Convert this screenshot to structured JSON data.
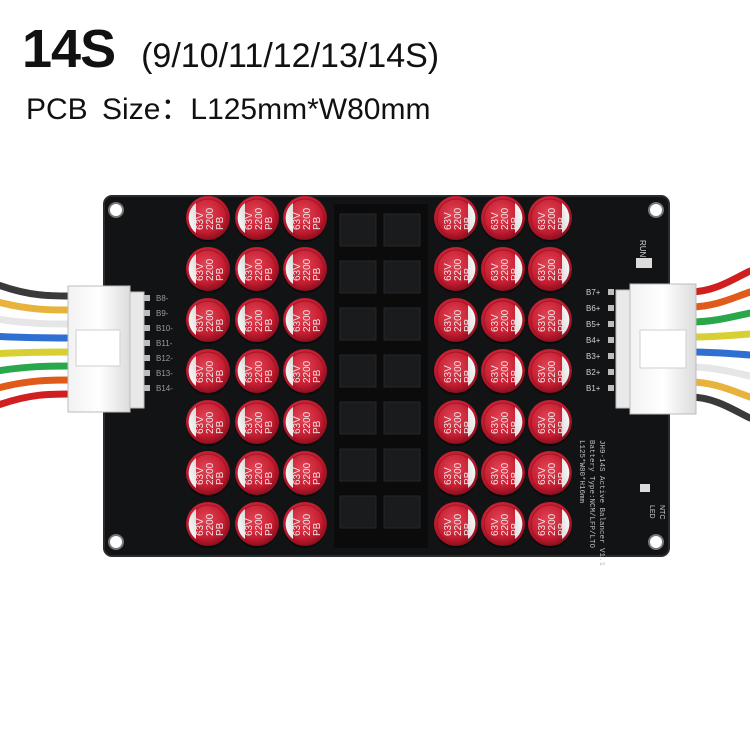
{
  "header": {
    "model": "14S",
    "variants": "(9/10/11/12/13/14S)",
    "pcb_size": "PCB  Size：L125mm*W80mm"
  },
  "board": {
    "capacitor": {
      "voltage": "63V",
      "capacitance": "2200",
      "marking": "PB",
      "color": "#c81e32"
    },
    "capacitor_grid": {
      "left_columns": 3,
      "right_columns": 3,
      "rows": 7
    },
    "left_connector_pins": [
      "B8-",
      "B9-",
      "B10-",
      "B11-",
      "B12-",
      "B13-",
      "B14-"
    ],
    "right_connector_pins": [
      "B7+",
      "B6+",
      "B5+",
      "B4+",
      "B3+",
      "B2+",
      "B1+"
    ],
    "run_label": "RUN",
    "led_labels": [
      "LED",
      "NTC"
    ],
    "silkscreen_lines": [
      "JH9-14S Active Balancer V1.1",
      "Battery Type:NCM/LFP/LTO",
      "L125*W80*H16mm"
    ],
    "wire_colors": [
      "#3a3a3a",
      "#e8b33a",
      "#e6e6e6",
      "#2f6fd1",
      "#d8cf33",
      "#28a84a",
      "#e05a1a",
      "#d11f1f"
    ],
    "pcb_color": "#111214"
  }
}
